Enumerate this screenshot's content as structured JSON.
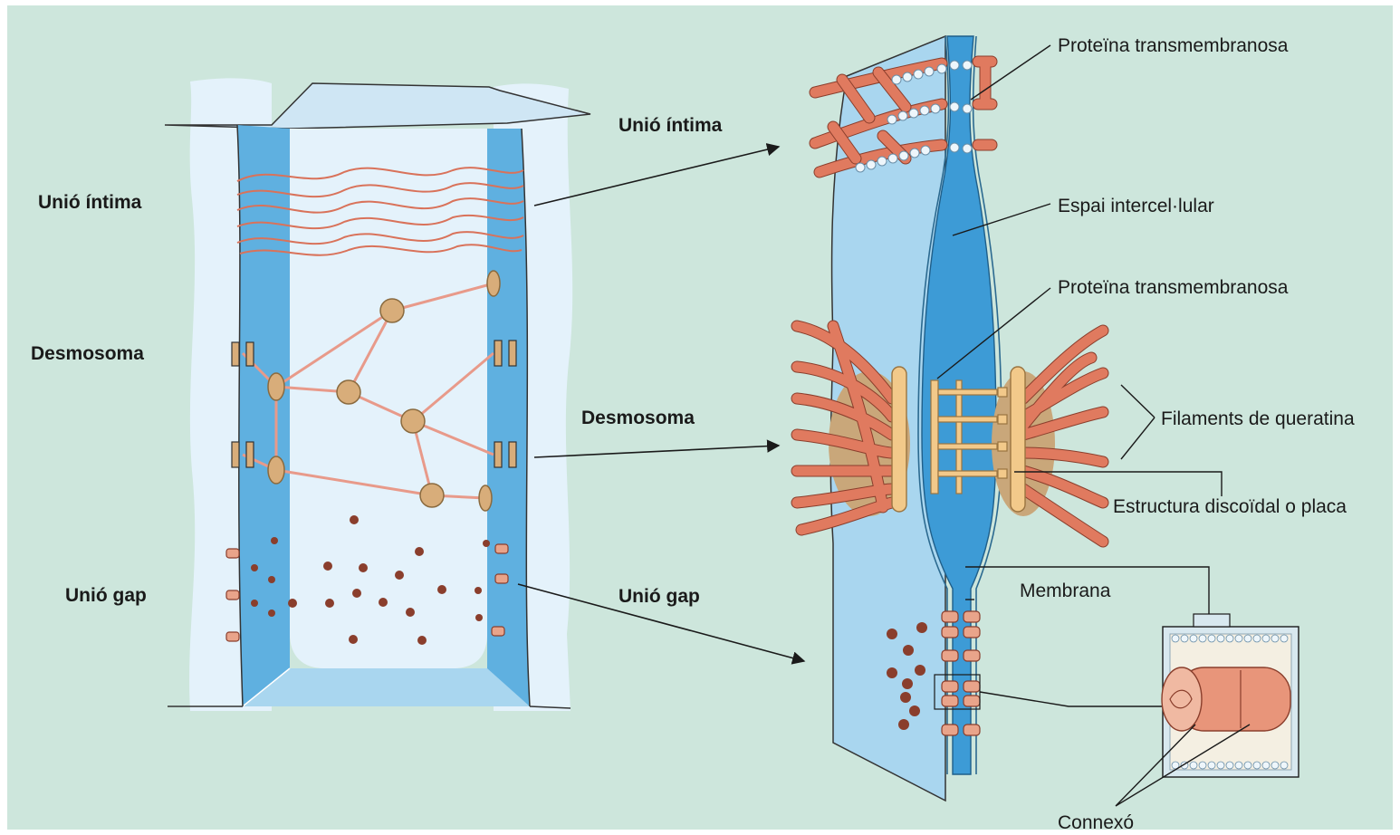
{
  "colors": {
    "background": "#cde6dc",
    "cytoplasm_light": "#e4f2fb",
    "membrane_blue": "#5fb0e0",
    "intercellular_blue": "#3d9bd6",
    "filament": "#e07a5f",
    "plaque": "#f2c98a",
    "desmosome_body": "#c9a77a"
  },
  "left_labels": {
    "tight": "Unió íntima",
    "desmosome": "Desmosoma",
    "gap": "Unió gap"
  },
  "middle_labels": {
    "tight": "Unió íntima",
    "desmosome": "Desmosoma",
    "gap": "Unió gap"
  },
  "right_labels": {
    "transmembrane_1": "Proteïna transmembranosa",
    "intercellular_space": "Espai intercel·lular",
    "transmembrane_2": "Proteïna transmembranosa",
    "keratin": "Filaments de queratina",
    "plaque": "Estructura discoïdal o placa",
    "membrane": "Membrana",
    "connexon": "Connexó"
  }
}
